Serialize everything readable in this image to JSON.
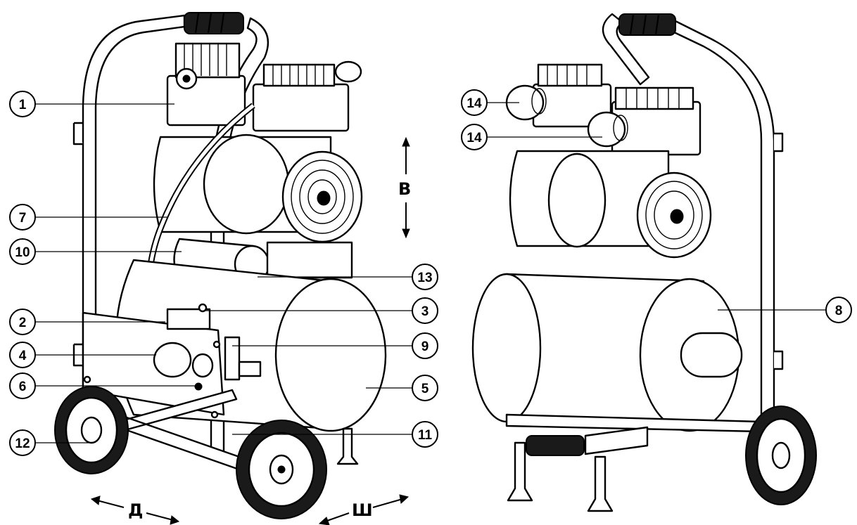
{
  "callouts": {
    "c1": "1",
    "c2": "2",
    "c3": "3",
    "c4": "4",
    "c5": "5",
    "c6": "6",
    "c7": "7",
    "c8": "8",
    "c9": "9",
    "c10": "10",
    "c11": "11",
    "c12": "12",
    "c13": "13",
    "c14a": "14",
    "c14b": "14"
  },
  "dimensions": {
    "height": "В",
    "length": "Д",
    "width": "Ш"
  }
}
